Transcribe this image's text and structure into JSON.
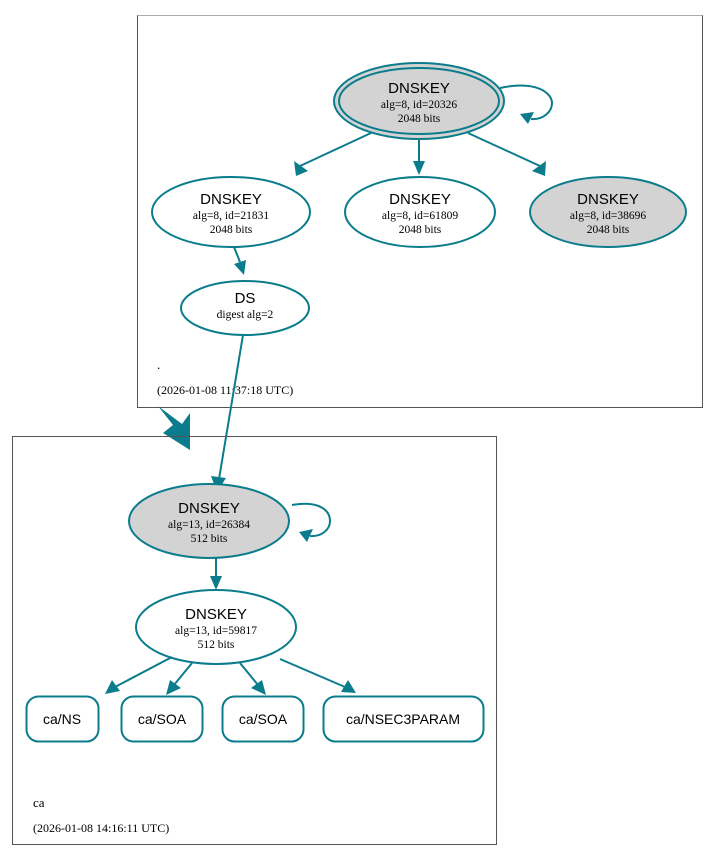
{
  "diagram": {
    "type": "dnssec-authentication-chain",
    "colors": {
      "accent": "#0a7c8c",
      "node_secure_fill": "#d3d3d3",
      "node_plain_fill": "#ffffff",
      "cluster_border": "#555555",
      "background": "#ffffff"
    }
  },
  "clusters": [
    {
      "id": "root-zone",
      "zone_label": ".",
      "timestamp": "(2026-01-08 11:37:18 UTC)"
    },
    {
      "id": "ca-zone",
      "zone_label": "ca",
      "timestamp": "(2026-01-08 14:16:11 UTC)"
    }
  ],
  "nodes": {
    "root_ksk": {
      "type": "DNSKEY",
      "title": "DNSKEY",
      "line2": "alg=8, id=20326",
      "line3": "2048 bits",
      "alg": 8,
      "key_id": 20326,
      "bits": 2048,
      "fill": "gray",
      "double_border": true,
      "self_signed": true
    },
    "root_zsk_21831": {
      "type": "DNSKEY",
      "title": "DNSKEY",
      "line2": "alg=8, id=21831",
      "line3": "2048 bits",
      "alg": 8,
      "key_id": 21831,
      "bits": 2048,
      "fill": "white",
      "double_border": false,
      "self_signed": false
    },
    "root_zsk_61809": {
      "type": "DNSKEY",
      "title": "DNSKEY",
      "line2": "alg=8, id=61809",
      "line3": "2048 bits",
      "alg": 8,
      "key_id": 61809,
      "bits": 2048,
      "fill": "white",
      "double_border": false,
      "self_signed": false
    },
    "root_ksk_38696": {
      "type": "DNSKEY",
      "title": "DNSKEY",
      "line2": "alg=8, id=38696",
      "line3": "2048 bits",
      "alg": 8,
      "key_id": 38696,
      "bits": 2048,
      "fill": "gray",
      "double_border": false,
      "self_signed": false
    },
    "root_ds": {
      "type": "DS",
      "title": "DS",
      "line2": "digest alg=2",
      "digest_alg": 2,
      "fill": "white",
      "double_border": false
    },
    "ca_ksk": {
      "type": "DNSKEY",
      "title": "DNSKEY",
      "line2": "alg=13, id=26384",
      "line3": "512 bits",
      "alg": 13,
      "key_id": 26384,
      "bits": 512,
      "fill": "gray",
      "double_border": false,
      "self_signed": true
    },
    "ca_zsk": {
      "type": "DNSKEY",
      "title": "DNSKEY",
      "line2": "alg=13, id=59817",
      "line3": "512 bits",
      "alg": 13,
      "key_id": 59817,
      "bits": 512,
      "fill": "white",
      "double_border": false,
      "self_signed": false
    }
  },
  "rrsets": [
    {
      "id": "ca-ns",
      "label": "ca/NS"
    },
    {
      "id": "ca-soa-1",
      "label": "ca/SOA"
    },
    {
      "id": "ca-soa-2",
      "label": "ca/SOA"
    },
    {
      "id": "ca-nsec3param",
      "label": "ca/NSEC3PARAM"
    }
  ],
  "edges": [
    {
      "from": "root_ksk",
      "to": "root_ksk",
      "kind": "self-sign"
    },
    {
      "from": "root_ksk",
      "to": "root_zsk_21831",
      "kind": "sign"
    },
    {
      "from": "root_ksk",
      "to": "root_zsk_61809",
      "kind": "sign"
    },
    {
      "from": "root_ksk",
      "to": "root_ksk_38696",
      "kind": "sign"
    },
    {
      "from": "root_zsk_21831",
      "to": "root_ds",
      "kind": "sign"
    },
    {
      "from": "root_ds",
      "to": "ca_ksk",
      "kind": "delegation"
    },
    {
      "from": "root-zone",
      "to": "ca-zone",
      "kind": "zone-delegation"
    },
    {
      "from": "ca_ksk",
      "to": "ca_ksk",
      "kind": "self-sign"
    },
    {
      "from": "ca_ksk",
      "to": "ca_zsk",
      "kind": "sign"
    },
    {
      "from": "ca_zsk",
      "to": "ca-ns",
      "kind": "sign"
    },
    {
      "from": "ca_zsk",
      "to": "ca-soa-1",
      "kind": "sign"
    },
    {
      "from": "ca_zsk",
      "to": "ca-soa-2",
      "kind": "sign"
    },
    {
      "from": "ca_zsk",
      "to": "ca-nsec3param",
      "kind": "sign"
    }
  ]
}
